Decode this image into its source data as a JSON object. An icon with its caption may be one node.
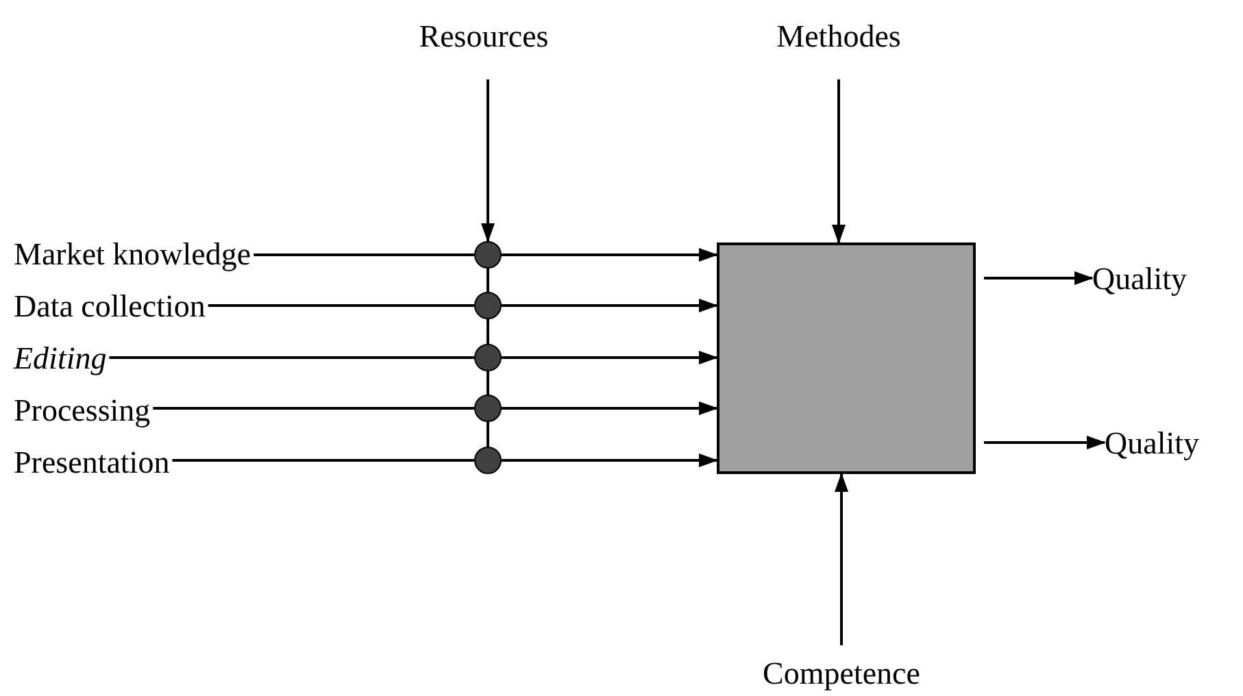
{
  "diagram": {
    "nodes": [
      {
        "text": [
          "Resources"
        ]
      },
      {
        "text": [
          "Methodes"
        ]
      },
      {
        "text": [
          "Market knowledge"
        ]
      },
      {
        "text": [
          "Data collection"
        ]
      },
      {
        "text": [
          "Editing"
        ]
      },
      {
        "text": [
          "Processing"
        ]
      },
      {
        "text": [
          "Presentation"
        ]
      },
      {
        "text": [],
        "shape": "circle"
      },
      {
        "text": [],
        "shape": "circle"
      },
      {
        "text": [],
        "shape": "circle"
      },
      {
        "text": [],
        "shape": "circle"
      },
      {
        "text": [],
        "shape": "circle"
      },
      {
        "text": [],
        "shape": "box"
      },
      {
        "text": [
          "Quality"
        ]
      },
      {
        "text": [
          "Quality"
        ]
      },
      {
        "text": [
          "Competence"
        ]
      }
    ],
    "edges": [
      {
        "from": 0,
        "to": 7,
        "arrow": "to"
      },
      {
        "from": 7,
        "to": 8,
        "arrow": "none"
      },
      {
        "from": 8,
        "to": 9,
        "arrow": "none"
      },
      {
        "from": 9,
        "to": 10,
        "arrow": "none"
      },
      {
        "from": 10,
        "to": 11,
        "arrow": "none"
      },
      {
        "from": 2,
        "to": 7,
        "arrow": "none"
      },
      {
        "from": 3,
        "to": 8,
        "arrow": "none"
      },
      {
        "from": 4,
        "to": 9,
        "arrow": "none"
      },
      {
        "from": 5,
        "to": 10,
        "arrow": "none"
      },
      {
        "from": 6,
        "to": 11,
        "arrow": "none"
      },
      {
        "from": 7,
        "to": 12,
        "arrow": "to"
      },
      {
        "from": 8,
        "to": 12,
        "arrow": "to"
      },
      {
        "from": 9,
        "to": 12,
        "arrow": "to"
      },
      {
        "from": 10,
        "to": 12,
        "arrow": "to"
      },
      {
        "from": 11,
        "to": 12,
        "arrow": "to"
      },
      {
        "from": 1,
        "to": 12,
        "arrow": "to"
      },
      {
        "from": 15,
        "to": 12,
        "arrow": "to"
      },
      {
        "from": 12,
        "to": 13,
        "arrow": "to"
      },
      {
        "from": 12,
        "to": 14,
        "arrow": "to"
      }
    ]
  }
}
